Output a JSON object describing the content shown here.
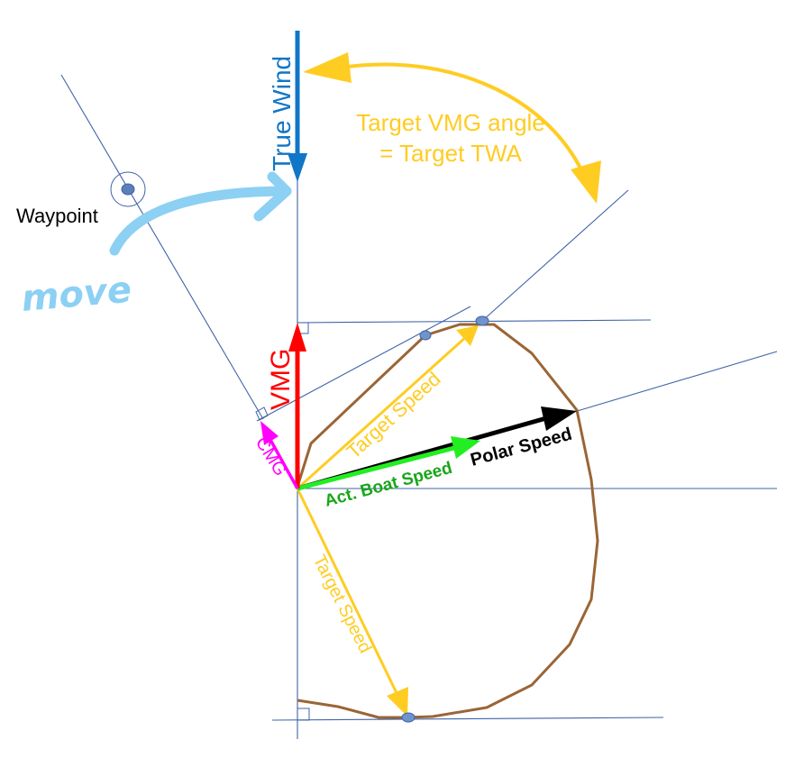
{
  "labels": {
    "true_wind": "True Wind",
    "target_vmg_angle_line1": "Target VMG angle",
    "target_vmg_angle_line2": "= Target TWA",
    "waypoint": "Waypoint",
    "move": "move",
    "vmg": "VMG",
    "cmg": "CMG",
    "target_speed_upwind": "Target Speed",
    "target_speed_downwind": "Target Speed",
    "polar_speed": "Polar Speed",
    "act_boat_speed": "Act. Boat Speed"
  },
  "colors": {
    "true_wind": "#1076c8",
    "target": "#ffcc22",
    "vmg": "#ff0000",
    "cmg": "#ff00ff",
    "act_boat_speed": "#22ee22",
    "act_boat_speed_text": "#1aa51a",
    "polar_speed": "#000000",
    "polar_curve": "#9a6535",
    "guide_lines": "#3f63a8",
    "marker": "#6f94cc",
    "annotation": "#8cd0f3",
    "waypoint_text": "#000000"
  }
}
